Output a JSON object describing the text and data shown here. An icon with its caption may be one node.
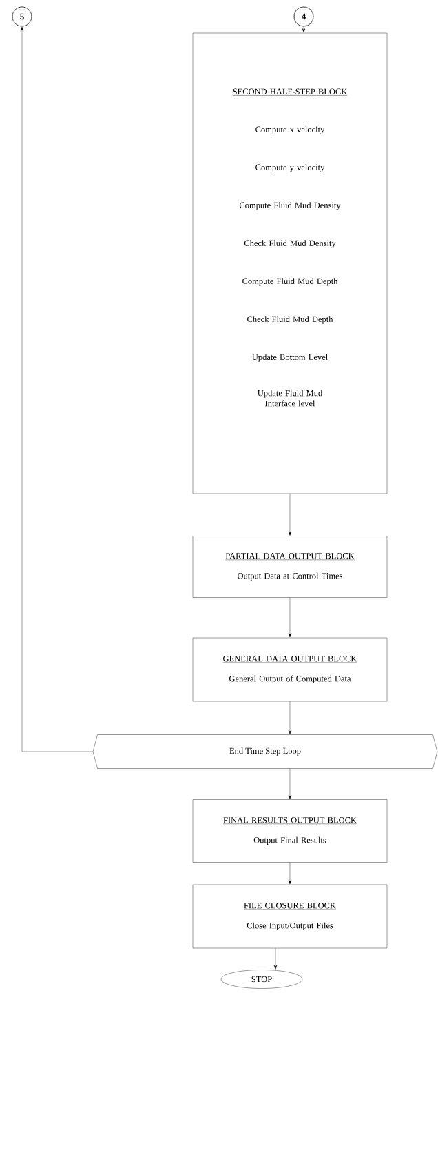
{
  "diagram": {
    "nodes": [
      {
        "text": [
          "5"
        ]
      },
      {
        "text": [
          "4"
        ]
      },
      {
        "text": [
          "SECOND HALF-STEP BLOCK",
          "Compute x velocity",
          "Compute y velocity",
          "Compute Fluid Mud Density",
          "Check Fluid Mud Density",
          "Compute Fluid Mud Depth",
          "Check Fluid Mud Depth",
          "Update Bottom Level",
          "Update Fluid Mud Interface level"
        ]
      },
      {
        "text": [
          "PARTIAL DATA OUTPUT BLOCK",
          "Output Data at Control Times"
        ]
      },
      {
        "text": [
          "GENERAL DATA OUTPUT BLOCK",
          "General Output of Computed Data"
        ]
      },
      {
        "text": [
          "End Time Step Loop"
        ]
      },
      {
        "text": [
          "FINAL RESULTS OUTPUT BLOCK",
          "Output Final Results"
        ]
      },
      {
        "text": [
          "FILE CLOSURE BLOCK",
          "Close Input/Output Files"
        ]
      },
      {
        "text": [
          "STOP"
        ]
      }
    ],
    "edges": [
      {
        "from": 1,
        "to": 2,
        "arrow": "to"
      },
      {
        "from": 2,
        "to": 3,
        "arrow": "to"
      },
      {
        "from": 3,
        "to": 4,
        "arrow": "to"
      },
      {
        "from": 4,
        "to": 5,
        "arrow": "to"
      },
      {
        "from": 5,
        "to": 0,
        "arrow": "to"
      },
      {
        "from": 5,
        "to": 6,
        "arrow": "to"
      },
      {
        "from": 6,
        "to": 7,
        "arrow": "to"
      },
      {
        "from": 7,
        "to": 8,
        "arrow": "to"
      }
    ]
  }
}
